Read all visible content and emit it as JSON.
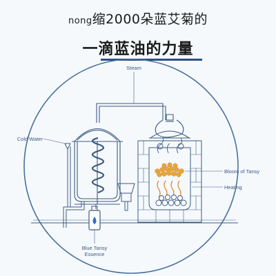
{
  "header": {
    "line1_prefix": "nong",
    "line1_main": "缩2000朵蓝艾菊的",
    "line2": "一滴蓝油的力量"
  },
  "labels": {
    "steam": "Steam",
    "cold_water": "Cold Water",
    "bloom": "Bloom of Tansy",
    "heating": "Heating",
    "essence_line1": "Blue Tansy",
    "essence_line2": "Essence"
  },
  "colors": {
    "line": "#3d5a80",
    "circle": "#4a6f9c",
    "accent": "#2a4f86",
    "flower": "#e8a53a",
    "flame": "#d98a2b",
    "oil": "#2e6fd0"
  }
}
